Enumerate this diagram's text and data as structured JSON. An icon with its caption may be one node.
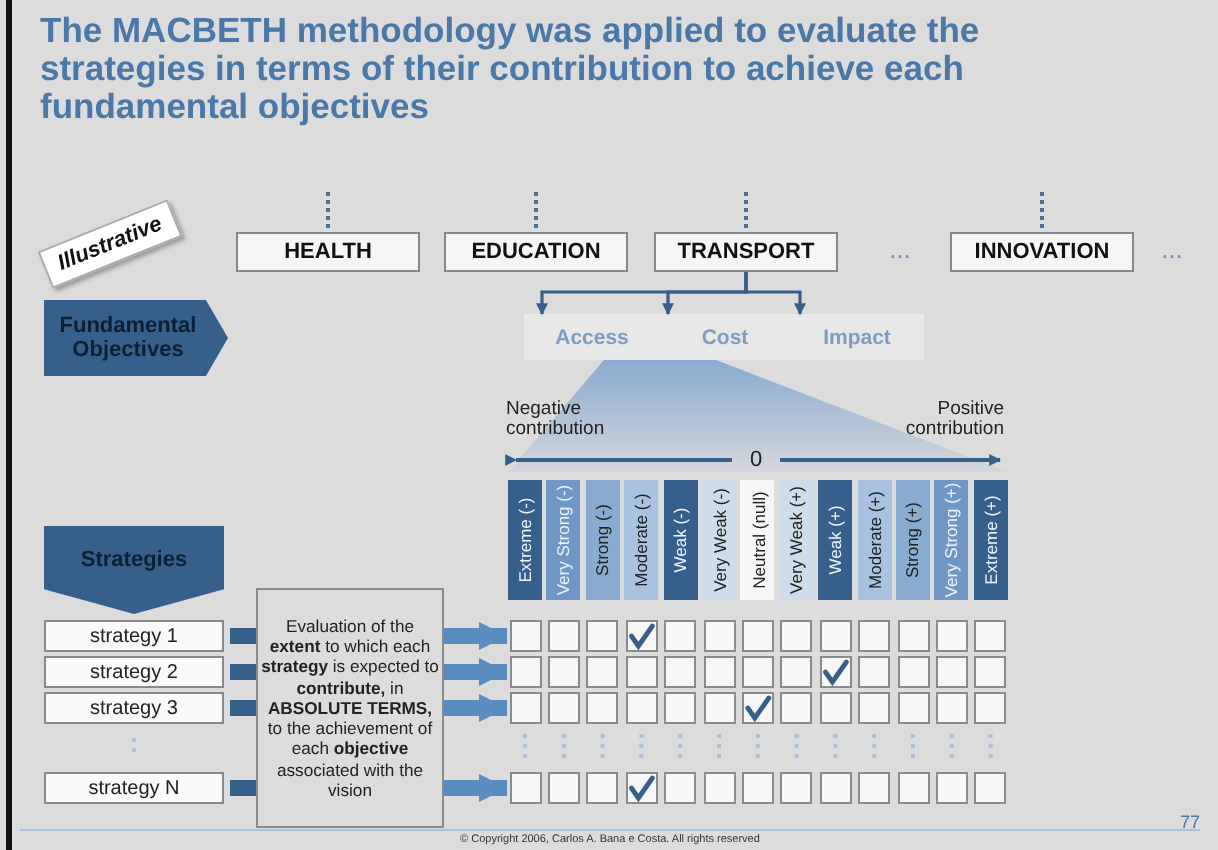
{
  "diagram": {
    "title": "The MACBETH methodology was applied to evaluate the strategies in terms of their contribution to achieve each fundamental objectives",
    "nodes": [
      {
        "text": [
          "Illustrative"
        ]
      },
      {
        "text": [
          "HEALTH"
        ]
      },
      {
        "text": [
          "EDUCATION"
        ]
      },
      {
        "text": [
          "TRANSPORT"
        ]
      },
      {
        "text": [
          "INNOVATION"
        ]
      },
      {
        "text": [
          "Fundamental Objectives"
        ]
      },
      {
        "text": [
          "Access"
        ]
      },
      {
        "text": [
          "Cost"
        ]
      },
      {
        "text": [
          "Impact"
        ]
      },
      {
        "text": [
          "Strategies"
        ]
      },
      {
        "text": [
          "strategy 1"
        ]
      },
      {
        "text": [
          "strategy 2"
        ]
      },
      {
        "text": [
          "strategy 3"
        ]
      },
      {
        "text": [
          "strategy N"
        ]
      },
      {
        "text": [
          "Evaluation of the **extent** to which each **strategy** is expected to **contribute,** in **ABSOLUTE TERMS,** to the achievement of each **objective** associated with the vision"
        ]
      },
      {
        "text": [],
        "shape": "box"
      },
      {
        "text": [],
        "shape": "box"
      },
      {
        "text": [],
        "shape": "box"
      },
      {
        "text": [],
        "shape": "box"
      },
      {
        "text": [],
        "shape": "box"
      },
      {
        "text": [],
        "shape": "box"
      },
      {
        "text": [],
        "shape": "box"
      },
      {
        "text": [],
        "shape": "box"
      },
      {
        "text": [],
        "shape": "box"
      },
      {
        "text": [],
        "shape": "box"
      },
      {
        "text": [],
        "shape": "box"
      },
      {
        "text": [],
        "shape": "box"
      },
      {
        "text": [],
        "shape": "box"
      },
      {
        "text": [],
        "shape": "box"
      },
      {
        "text": [],
        "shape": "box"
      },
      {
        "text": [],
        "shape": "box"
      },
      {
        "text": [],
        "shape": "box"
      },
      {
        "text": [],
        "shape": "box"
      },
      {
        "text": [],
        "shape": "box"
      },
      {
        "text": [],
        "shape": "box"
      },
      {
        "text": [],
        "shape": "box"
      },
      {
        "text": [],
        "shape": "box"
      },
      {
        "text": [],
        "shape": "box"
      },
      {
        "text": [],
        "shape": "box"
      },
      {
        "text": [],
        "shape": "box"
      },
      {
        "text": [],
        "shape": "box"
      },
      {
        "text": [],
        "shape": "box"
      },
      {
        "text": [],
        "shape": "box"
      },
      {
        "text": [],
        "shape": "box"
      },
      {
        "text": [],
        "shape": "box"
      },
      {
        "text": [],
        "shape": "box"
      },
      {
        "text": [],
        "shape": "box"
      },
      {
        "text": [],
        "shape": "box"
      },
      {
        "text": [],
        "shape": "box"
      },
      {
        "text": [],
        "shape": "box"
      },
      {
        "text": [],
        "shape": "box"
      },
      {
        "text": [],
        "shape": "box"
      },
      {
        "text": [],
        "shape": "box"
      },
      {
        "text": [],
        "shape": "box"
      },
      {
        "text": [],
        "shape": "box"
      },
      {
        "text": [],
        "shape": "box"
      },
      {
        "text": [],
        "shape": "box"
      },
      {
        "text": [],
        "shape": "box"
      },
      {
        "text": [],
        "shape": "box"
      },
      {
        "text": [],
        "shape": "box"
      },
      {
        "text": [],
        "shape": "box"
      },
      {
        "text": [],
        "shape": "box"
      },
      {
        "text": [],
        "shape": "box"
      },
      {
        "text": [],
        "shape": "box"
      },
      {
        "text": [],
        "shape": "box"
      },
      {
        "text": [],
        "shape": "box"
      },
      {
        "text": [],
        "shape": "box"
      }
    ],
    "edges": [
      {
        "from": 3,
        "to": 6,
        "arrow": "to"
      },
      {
        "from": 3,
        "to": 7,
        "arrow": "to"
      },
      {
        "from": 3,
        "to": 8,
        "arrow": "to"
      },
      {
        "from": null,
        "to": 1,
        "arrow": "none",
        "style": "dashed"
      },
      {
        "from": null,
        "to": 2,
        "arrow": "none",
        "style": "dashed"
      },
      {
        "from": null,
        "to": 3,
        "arrow": "none",
        "style": "dashed"
      },
      {
        "from": null,
        "to": 4,
        "arrow": "none",
        "style": "dashed"
      },
      {
        "from": 10,
        "to": 14,
        "arrow": "none"
      },
      {
        "from": 11,
        "to": 14,
        "arrow": "none"
      },
      {
        "from": 12,
        "to": 14,
        "arrow": "none"
      },
      {
        "from": 13,
        "to": 14,
        "arrow": "none"
      },
      {
        "from": 14,
        "to": 15,
        "arrow": "to",
        "color": "#5b8cc0"
      },
      {
        "from": 14,
        "to": 28,
        "arrow": "to",
        "color": "#5b8cc0"
      },
      {
        "from": 14,
        "to": 41,
        "arrow": "to",
        "color": "#5b8cc0"
      },
      {
        "from": 14,
        "to": 54,
        "arrow": "to",
        "color": "#5b8cc0"
      }
    ],
    "labels": [
      "...",
      "...",
      "Negative contribution",
      "Positive contribution",
      "0",
      "Extreme (-)",
      "Very Strong (-)",
      "Strong (-)",
      "Moderate (-)",
      "Weak (-)",
      "Very Weak (-)",
      "Neutral (null)",
      "Very Weak (+)",
      "Weak (+)",
      "Moderate (+)",
      "Strong (+)",
      "Very Strong (+)",
      "Extreme (+)",
      "© Copyright 2006, Carlos A. Bana e Costa. All rights reserved",
      "77"
    ]
  }
}
